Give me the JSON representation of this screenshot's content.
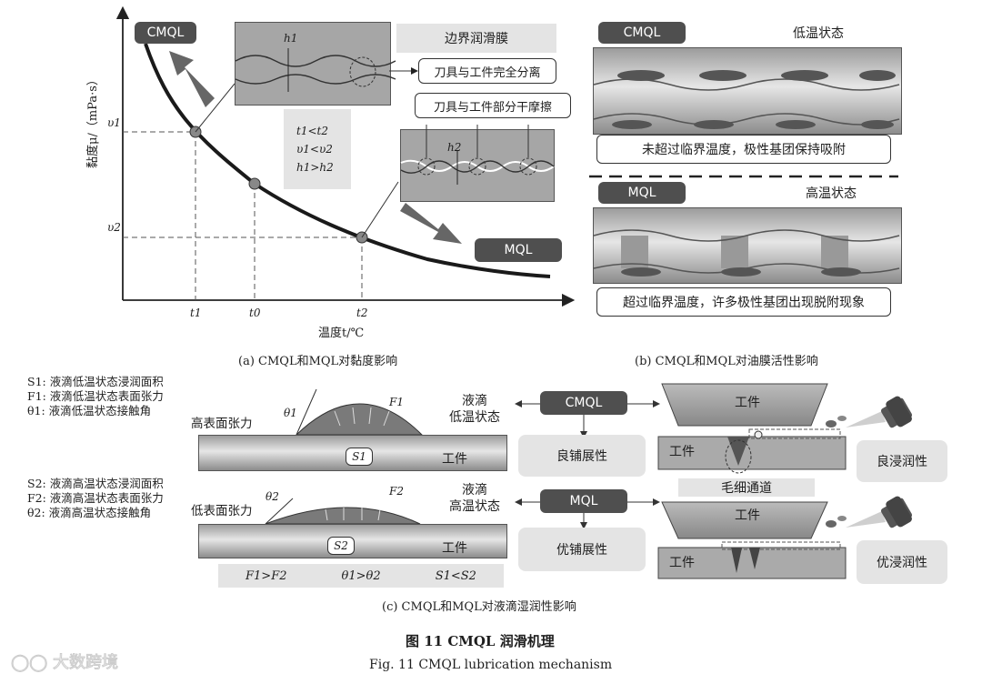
{
  "panel_a": {
    "y_axis_label": "黏度μ/（mPa·s）",
    "x_axis_label": "温度t/℃",
    "ticks_y": [
      "υ1",
      "υ2"
    ],
    "ticks_x": [
      "t1",
      "t0",
      "t2"
    ],
    "cmql_tag": "CMQL",
    "mql_tag": "MQL",
    "h1_label": "h1",
    "h2_label": "h2",
    "boundary_film": "边界润滑膜",
    "full_separation": "刀具与工件完全分离",
    "partial_dry_friction": "刀具与工件部分干摩擦",
    "conditions": [
      "t1<t2",
      "υ1<υ2",
      "h1>h2"
    ],
    "caption": "(a) CMQL和MQL对黏度影响"
  },
  "panel_b": {
    "cmql_tag": "CMQL",
    "low_temp_state": "低温状态",
    "low_temp_text": "未超过临界温度，极性基团保持吸附",
    "mql_tag": "MQL",
    "high_temp_state": "高温状态",
    "high_temp_text": "超过临界温度，许多极性基团出现脱附现象",
    "caption": "(b) CMQL和MQL对油膜活性影响"
  },
  "panel_c": {
    "legend_top": [
      "S1: 液滴低温状态浸润面积",
      "F1: 液滴低温状态表面张力",
      "θ1: 液滴低温状态接触角"
    ],
    "legend_bottom": [
      "S2: 液滴高温状态浸润面积",
      "F2: 液滴高温状态表面张力",
      "θ2: 液滴高温状态接触角"
    ],
    "high_surface_tension": "高表面张力",
    "low_surface_tension": "低表面张力",
    "theta1": "θ1",
    "theta2": "θ2",
    "f1": "F1",
    "f2": "F2",
    "s1": "S1",
    "s2": "S2",
    "workpiece": "工件",
    "droplet_low": "液滴\n低温状态",
    "droplet_high": "液滴\n高温状态",
    "cmql_tag": "CMQL",
    "mql_tag": "MQL",
    "good_spreading": "良铺展性",
    "excellent_spreading": "优铺展性",
    "good_wetting": "良浸润性",
    "excellent_wetting": "优浸润性",
    "capillary": "毛细通道",
    "comparison": [
      "F1>F2",
      "θ1>θ2",
      "S1<S2"
    ],
    "caption": "(c) CMQL和MQL对液滴湿润性影响"
  },
  "figure_title": "图 11  CMQL 润滑机理",
  "figure_title_en": "Fig. 11  CMQL lubrication mechanism",
  "watermark": "大数跨境"
}
